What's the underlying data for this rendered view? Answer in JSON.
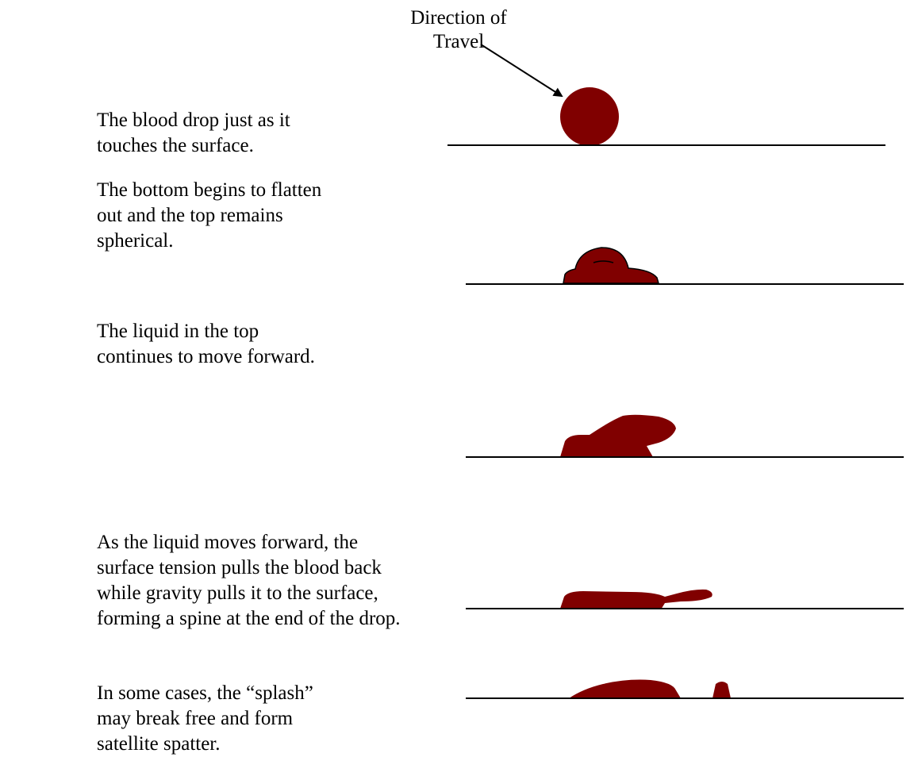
{
  "direction_label": {
    "line1": "Direction of",
    "line2": "Travel"
  },
  "stages": [
    {
      "caption": "The blood drop just as it touches the surface."
    },
    {
      "caption": "The bottom begins to flatten out and the top remains spherical."
    },
    {
      "caption": "The liquid in the top continues to move forward."
    },
    {
      "caption": "As the liquid moves forward, the surface tension pulls the blood back while gravity pulls it to the surface, forming a spine at the end of the drop."
    },
    {
      "caption": "In some cases, the “splash” may break free and form satellite spatter."
    }
  ],
  "colors": {
    "blood": "#800000",
    "line": "#000000",
    "text": "#000000"
  }
}
